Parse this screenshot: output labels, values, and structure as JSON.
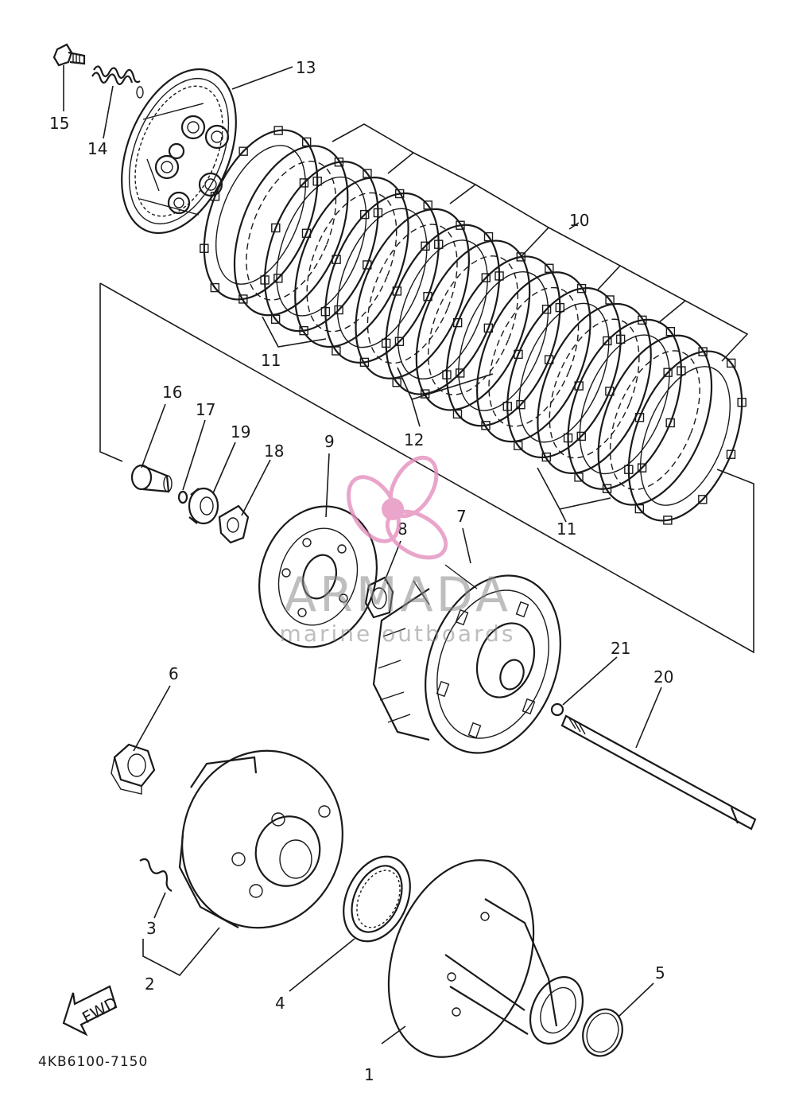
{
  "diagram": {
    "callouts": [
      {
        "id": "1",
        "label": "1"
      },
      {
        "id": "2",
        "label": "2"
      },
      {
        "id": "3",
        "label": "3"
      },
      {
        "id": "4",
        "label": "4"
      },
      {
        "id": "5",
        "label": "5"
      },
      {
        "id": "6",
        "label": "6"
      },
      {
        "id": "7",
        "label": "7"
      },
      {
        "id": "8",
        "label": "8"
      },
      {
        "id": "9",
        "label": "9"
      },
      {
        "id": "10",
        "label": "10"
      },
      {
        "id": "11a",
        "label": "11"
      },
      {
        "id": "11b",
        "label": "11"
      },
      {
        "id": "12",
        "label": "12"
      },
      {
        "id": "13",
        "label": "13"
      },
      {
        "id": "14",
        "label": "14"
      },
      {
        "id": "15",
        "label": "15"
      },
      {
        "id": "16",
        "label": "16"
      },
      {
        "id": "17",
        "label": "17"
      },
      {
        "id": "18",
        "label": "18"
      },
      {
        "id": "19",
        "label": "19"
      },
      {
        "id": "20",
        "label": "20"
      },
      {
        "id": "21",
        "label": "21"
      }
    ],
    "fwd_label": "FWD",
    "diagram_code": "4KB6100-7150"
  },
  "watermark": {
    "brand": "ARMADA",
    "tagline": "marine outboards",
    "accent_color": "#e48fbd"
  }
}
